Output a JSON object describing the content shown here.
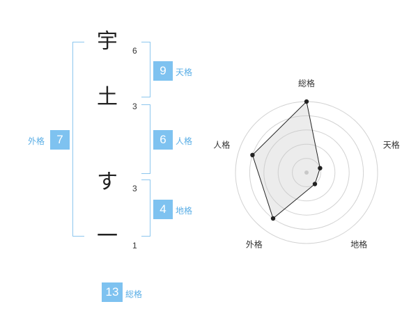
{
  "name": {
    "characters": [
      {
        "char": "宇",
        "strokes": "6"
      },
      {
        "char": "土",
        "strokes": "3"
      },
      {
        "char": "す",
        "strokes": "3"
      },
      {
        "char": "一",
        "strokes": "1"
      }
    ]
  },
  "fortune": {
    "tenkaku": {
      "label": "天格",
      "value": "9"
    },
    "jinkaku": {
      "label": "人格",
      "value": "6"
    },
    "chikaku": {
      "label": "地格",
      "value": "4"
    },
    "gaikaku": {
      "label": "外格",
      "value": "7"
    },
    "soukaku": {
      "label": "総格",
      "value": "13"
    }
  },
  "colors": {
    "accent": "#7ec2f0",
    "bracket": "#8cc6ee",
    "label": "#5aaee6"
  },
  "chart_data": {
    "type": "radar",
    "axes": [
      "総格",
      "天格",
      "地格",
      "外格",
      "人格"
    ],
    "max": 5,
    "rings": 5,
    "values": [
      5,
      1,
      1,
      4,
      4
    ]
  }
}
